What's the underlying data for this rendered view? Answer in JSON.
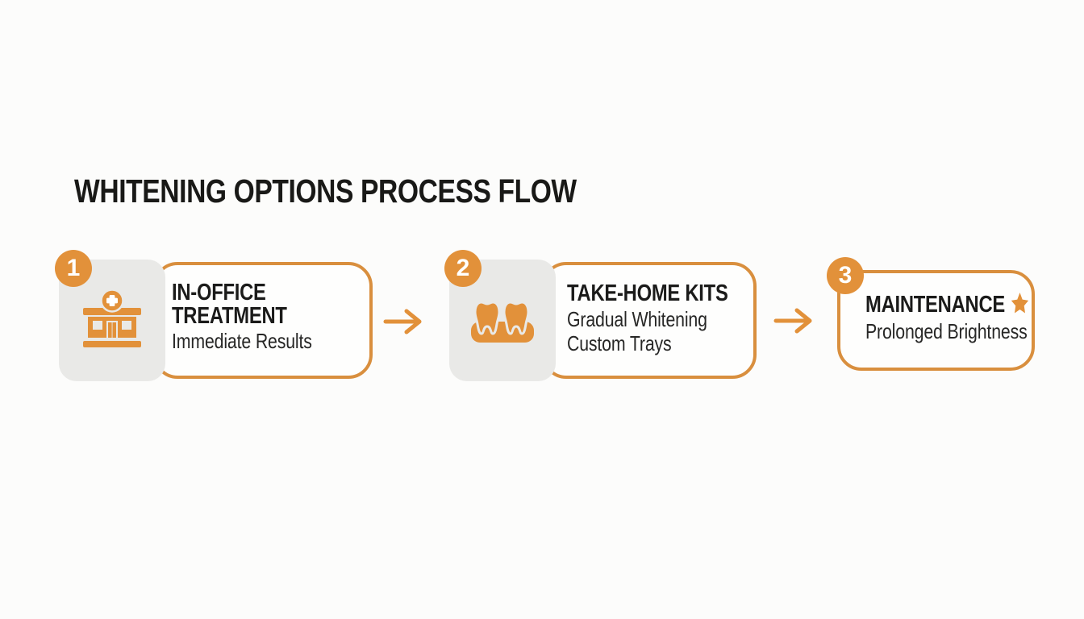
{
  "title": "WHITENING OPTIONS PROCESS FLOW",
  "colors": {
    "orange": "#e2913a",
    "border_orange": "#d98f3e",
    "icon_box_gray": "#e9e9e7",
    "heading_text": "#1b1b1a",
    "background": "#fcfcfb"
  },
  "steps": [
    {
      "number": "1",
      "heading_lines": [
        "IN-OFFICE",
        "TREATMENT"
      ],
      "sub_lines": [
        "Immediate Results"
      ],
      "icon": "clinic-building-icon"
    },
    {
      "number": "2",
      "heading_lines": [
        "TAKE-HOME KITS"
      ],
      "sub_lines": [
        "Gradual Whitening",
        "Custom Trays"
      ],
      "icon": "teeth-in-tray-icon"
    },
    {
      "number": "3",
      "heading_lines": [
        "MAINTENANCE"
      ],
      "sub_lines": [
        "Prolonged Brightness"
      ],
      "icon": "star-icon"
    }
  ]
}
